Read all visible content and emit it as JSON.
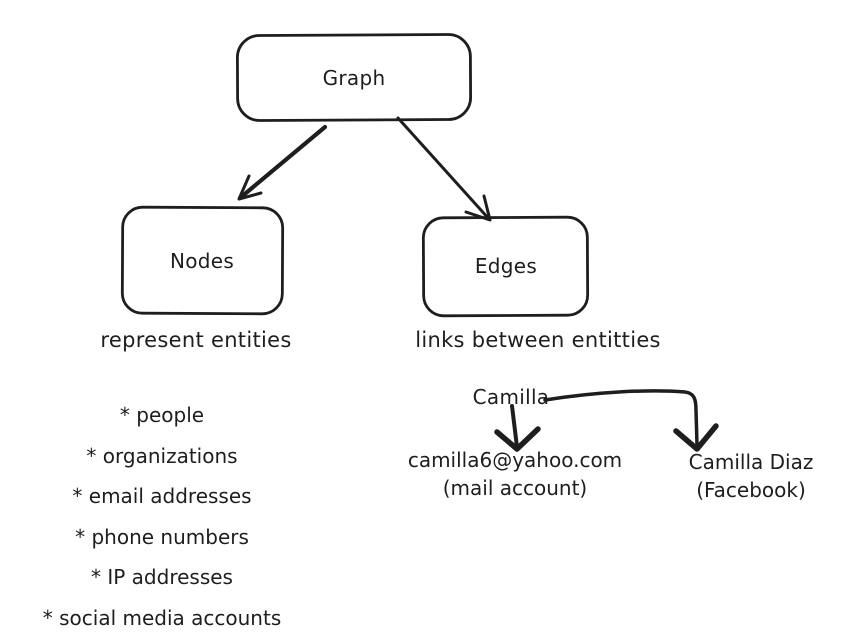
{
  "colors": {
    "stroke": "#1e1e1e",
    "background": "#ffffff"
  },
  "graph_node": {
    "label": "Graph"
  },
  "nodes_node": {
    "label": "Nodes",
    "caption": "represent entities"
  },
  "edges_node": {
    "label": "Edges",
    "caption": "links between entitties"
  },
  "node_examples": [
    "* people",
    "* organizations",
    "* email addresses",
    "* phone numbers",
    "* IP addresses",
    "* social media accounts"
  ],
  "edge_example": {
    "source": "Camilla",
    "mail": {
      "value": "camilla6@yahoo.com",
      "type": "(mail account)"
    },
    "facebook": {
      "value": "Camilla Diaz",
      "type": "(Facebook)"
    }
  }
}
